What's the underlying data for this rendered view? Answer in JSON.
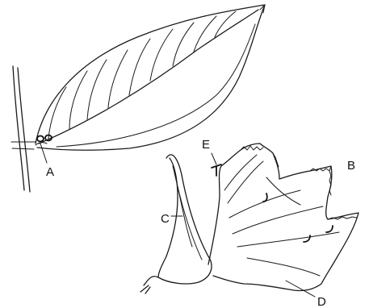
{
  "labels": {
    "A": "A",
    "B": "B",
    "C": "C",
    "D": "D",
    "E": "E"
  },
  "colors": {
    "ink": "#1a1a1a",
    "background": "#ffffff"
  }
}
